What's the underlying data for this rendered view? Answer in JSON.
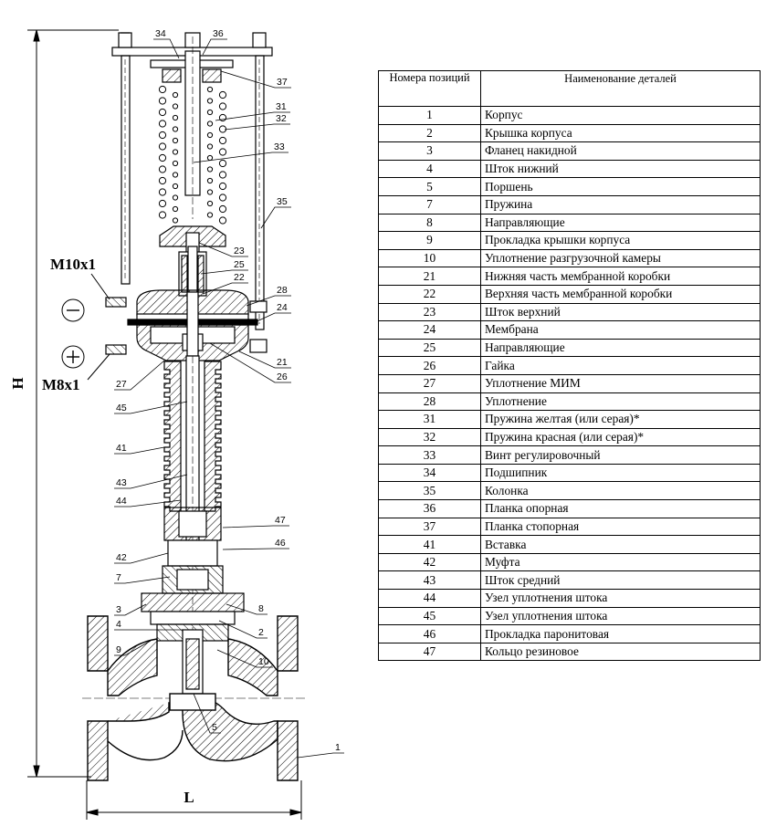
{
  "drawing": {
    "dim_height": "H",
    "dim_length": "L",
    "thread_top": "M10x1",
    "thread_bottom": "M8x1",
    "sign_minus": "−",
    "sign_plus": "+",
    "callouts": [
      "34",
      "36",
      "37",
      "31",
      "32",
      "33",
      "35",
      "23",
      "25",
      "22",
      "28",
      "24",
      "21",
      "26",
      "27",
      "45",
      "41",
      "43",
      "44",
      "47",
      "46",
      "42",
      "7",
      "3",
      "4",
      "9",
      "8",
      "2",
      "10",
      "5",
      "1"
    ]
  },
  "table": {
    "header_num": "Номера позиций",
    "header_name": "Наименование деталей",
    "rows": [
      {
        "num": "1",
        "name": "Корпус"
      },
      {
        "num": "2",
        "name": "Крышка корпуса"
      },
      {
        "num": "3",
        "name": "Фланец накидной"
      },
      {
        "num": "4",
        "name": "Шток нижний"
      },
      {
        "num": "5",
        "name": "Поршень"
      },
      {
        "num": "7",
        "name": "Пружина"
      },
      {
        "num": "8",
        "name": "Направляющие"
      },
      {
        "num": "9",
        "name": "Прокладка крышки корпуса"
      },
      {
        "num": "10",
        "name": "Уплотнение разгрузочной камеры"
      },
      {
        "num": "21",
        "name": "Нижняя часть мембранной коробки"
      },
      {
        "num": "22",
        "name": "Верхняя часть мембранной коробки"
      },
      {
        "num": "23",
        "name": "Шток верхний"
      },
      {
        "num": "24",
        "name": "Мембрана"
      },
      {
        "num": "25",
        "name": "Направляющие"
      },
      {
        "num": "26",
        "name": "Гайка"
      },
      {
        "num": "27",
        "name": "Уплотнение МИМ"
      },
      {
        "num": "28",
        "name": "Уплотнение"
      },
      {
        "num": "31",
        "name": "Пружина желтая (или серая)*"
      },
      {
        "num": "32",
        "name": "Пружина красная (или серая)*"
      },
      {
        "num": "33",
        "name": "Винт регулировочный"
      },
      {
        "num": "34",
        "name": "Подшипник"
      },
      {
        "num": "35",
        "name": "Колонка"
      },
      {
        "num": "36",
        "name": "Планка опорная"
      },
      {
        "num": "37",
        "name": "Планка стопорная"
      },
      {
        "num": "41",
        "name": "Вставка"
      },
      {
        "num": "42",
        "name": "Муфта"
      },
      {
        "num": "43",
        "name": "Шток средний"
      },
      {
        "num": "44",
        "name": "Узел уплотнения штока"
      },
      {
        "num": "45",
        "name": "Узел уплотнения штока"
      },
      {
        "num": "46",
        "name": "Прокладка паронитовая"
      },
      {
        "num": "47",
        "name": "Кольцо резиновое"
      }
    ]
  }
}
